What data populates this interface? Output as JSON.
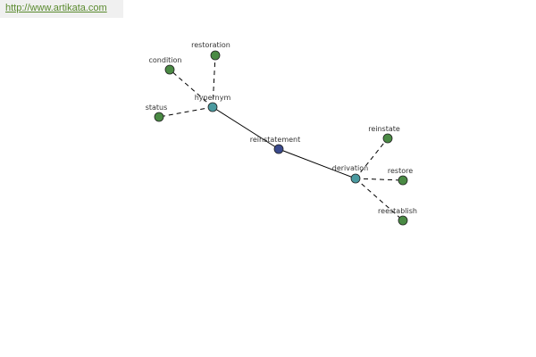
{
  "banner": {
    "url": "http://www.artikata.com"
  },
  "colors": {
    "center": "#3a4a8c",
    "relation": "#4a9aa0",
    "leaf": "#4a8a44",
    "edge": "#000000",
    "banner_text": "#5a8a2e"
  },
  "graph": {
    "nodes": [
      {
        "id": "reinstatement",
        "label": "reinstatement",
        "kind": "center"
      },
      {
        "id": "hypernym",
        "label": "hypernym",
        "kind": "relation"
      },
      {
        "id": "derivation",
        "label": "derivation",
        "kind": "relation"
      },
      {
        "id": "condition",
        "label": "condition",
        "kind": "leaf"
      },
      {
        "id": "restoration",
        "label": "restoration",
        "kind": "leaf"
      },
      {
        "id": "status",
        "label": "status",
        "kind": "leaf"
      },
      {
        "id": "reinstate",
        "label": "reinstate",
        "kind": "leaf"
      },
      {
        "id": "restore",
        "label": "restore",
        "kind": "leaf"
      },
      {
        "id": "reestablish",
        "label": "reestablish",
        "kind": "leaf"
      }
    ],
    "edges": [
      {
        "from": "reinstatement",
        "to": "hypernym",
        "style": "solid"
      },
      {
        "from": "reinstatement",
        "to": "derivation",
        "style": "solid"
      },
      {
        "from": "hypernym",
        "to": "condition",
        "style": "dashed"
      },
      {
        "from": "hypernym",
        "to": "restoration",
        "style": "dashed"
      },
      {
        "from": "hypernym",
        "to": "status",
        "style": "dashed"
      },
      {
        "from": "derivation",
        "to": "reinstate",
        "style": "dashed"
      },
      {
        "from": "derivation",
        "to": "restore",
        "style": "dashed"
      },
      {
        "from": "derivation",
        "to": "reestablish",
        "style": "dashed"
      }
    ]
  }
}
